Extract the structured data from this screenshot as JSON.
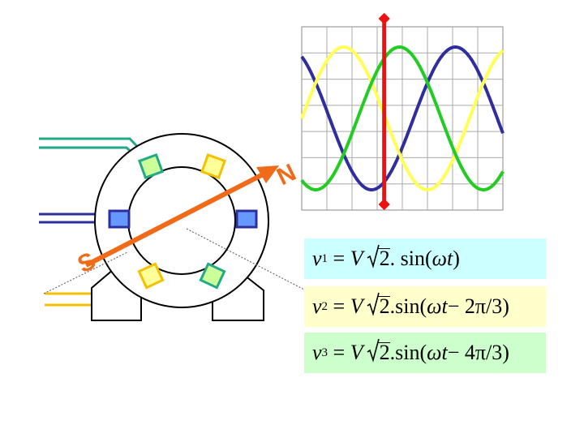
{
  "poles": {
    "north": "N",
    "south": "S"
  },
  "equations": [
    {
      "id": "v1",
      "lhs_var": "v",
      "lhs_sub": "1",
      "amplitude": "V",
      "root": "2",
      "func": ". sin(",
      "arg": "ωt",
      "phase": "",
      "close": ")",
      "bg": "#ccffff"
    },
    {
      "id": "v2",
      "lhs_var": "v",
      "lhs_sub": "2",
      "amplitude": "V",
      "root": "2",
      "func": ".sin(",
      "arg": "ωt",
      "phase": " − 2π/3",
      "close": ")",
      "bg": "#ffffcc"
    },
    {
      "id": "v3",
      "lhs_var": "v",
      "lhs_sub": "3",
      "amplitude": "V",
      "root": "2",
      "func": ".sin(",
      "arg": "ωt",
      "phase": " − 4π/3",
      "close": ")",
      "bg": "#ccffcc"
    }
  ],
  "colors": {
    "phase1": "#2e2e9e",
    "phase2": "#ffff55",
    "phase3": "#22cc22",
    "rotor": "#f06a18",
    "cursor": "#ee1111",
    "grid": "#999999",
    "winding_outline": "#22aa88"
  },
  "waveforms": {
    "cycles_shown": 1.2,
    "phase_shifts_deg": [
      0,
      120,
      240
    ],
    "cursor_position_fraction": 0.41
  }
}
